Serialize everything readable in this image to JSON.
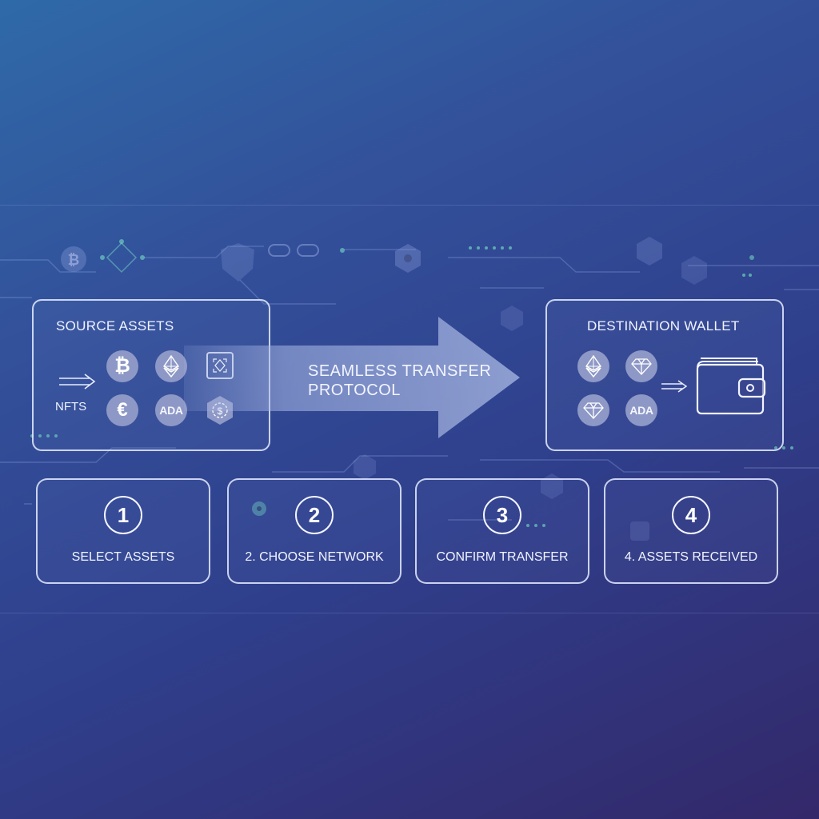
{
  "source_panel": {
    "title": "SOURCE ASSETS",
    "nfts_label": "NFTS",
    "icons": [
      "bitcoin-icon",
      "ethereum-icon",
      "nft-frame-icon",
      "euro-icon",
      "ada-coin-icon",
      "hex-coin-icon"
    ],
    "ada_label": "ADA"
  },
  "transfer_arrow": {
    "line1": "SEAMLESS TRANSFER",
    "line2": "PROTOCOL"
  },
  "destination_panel": {
    "title": "DESTINATION WALLET",
    "icons": [
      "ethereum-icon",
      "diamond-icon",
      "diamond-icon",
      "ada-coin-icon",
      "arrow-right-icon",
      "wallet-icon"
    ],
    "ada_label": "ADA"
  },
  "steps": [
    {
      "number": "1",
      "label": "SELECT ASSETS"
    },
    {
      "number": "2",
      "label": "2. CHOOSE NETWORK"
    },
    {
      "number": "3",
      "label": "CONFIRM TRANSFER"
    },
    {
      "number": "4",
      "label": "4. ASSETS RECEIVED"
    }
  ],
  "colors": {
    "accent_teal": "#4fd0b0",
    "panel_border": "#e6ecff",
    "coin_fill": "#8e98c6"
  }
}
